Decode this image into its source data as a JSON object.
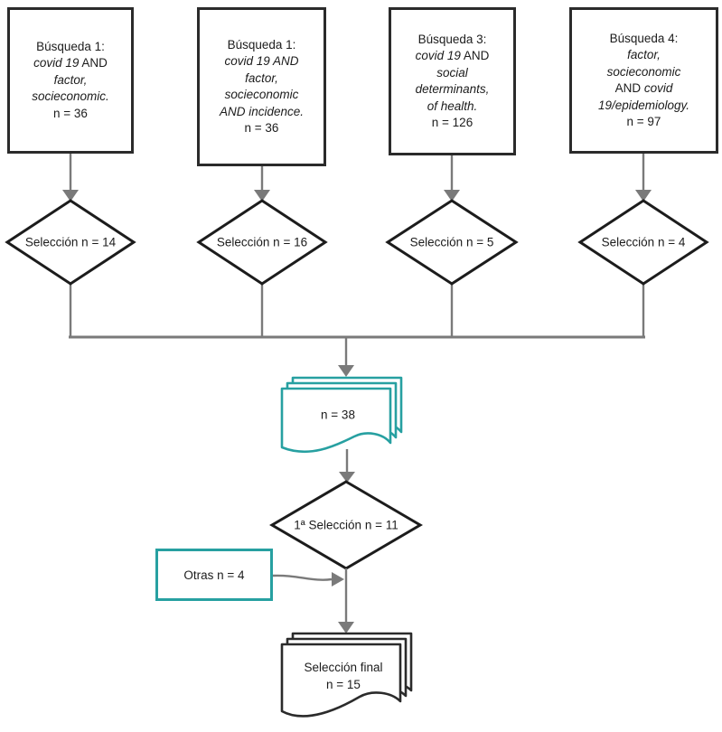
{
  "colors": {
    "teal": "#27a0a1",
    "connector_gray": "#7a7a7a",
    "shape_outline": "#2b2b2b",
    "text": "#1c1c1c",
    "background": "#ffffff"
  },
  "boxes": {
    "box1": {
      "line1": "Búsqueda 1:",
      "line2_italic": "covid 19",
      "line2_normal": " AND",
      "line3": "factor,",
      "line4": "socieconomic.",
      "line5": "n = 36"
    },
    "box2": {
      "line1": "Búsqueda 1:",
      "line2": "covid 19 AND",
      "line3": "factor,",
      "line4": "socieconomic",
      "line5": "AND incidence.",
      "line6": "n = 36"
    },
    "box3": {
      "line1": "Búsqueda 3:",
      "line2_italic": "covid 19",
      "line2_normal": " AND",
      "line3": "social",
      "line4": "determinants,",
      "line5": "of health.",
      "line6": "n = 126"
    },
    "box4": {
      "line1": "Búsqueda 4:",
      "line2": "factor,",
      "line3": "socieconomic",
      "line4_normal": "AND ",
      "line4_italic": "covid",
      "line5": "19/epidemiology.",
      "line6": "n = 97"
    }
  },
  "diamonds": {
    "d1": "Selección n = 14",
    "d2": "Selección n = 16",
    "d3": "Selección n = 5",
    "d4": "Selección n = 4",
    "d5": "1ª Selección n = 11"
  },
  "documents": {
    "merged_count": "n = 38",
    "final_line1": "Selección final",
    "final_line2": "n = 15"
  },
  "other_box": {
    "label": "Otras n = 4"
  }
}
